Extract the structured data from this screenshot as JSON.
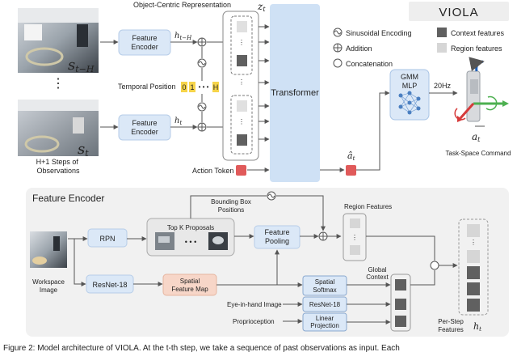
{
  "top": {
    "representation_title": "Object-Centric Representation",
    "z_t": "z_t",
    "encoder1_label": "Feature\nEncoder",
    "encoder2_label": "Feature\nEncoder",
    "h_t_minus_H": "h_{t−H}",
    "h_t": "h_t",
    "temporal_position": "Temporal Position",
    "pos_tokens": [
      "0",
      "1",
      "• • •",
      "H"
    ],
    "transformer": "Transformer",
    "gmm_mlp": "GMM\nMLP",
    "rate": "20Hz",
    "a_t": "a_t",
    "a_hat_t": "â_t",
    "action_token": "Action Token",
    "s_t_minus_H": "s_{t−H}",
    "s_t": "s_t",
    "observations": "H+1 Steps of\nObservations",
    "task_space_command": "Task-Space Command",
    "viola_title": "VIOLA"
  },
  "legend": {
    "sinusoidal": "Sinusoidal Encoding",
    "addition": "Addition",
    "concatenation": "Concatenation",
    "context_features": "Context features",
    "region_features": "Region features"
  },
  "bottom": {
    "title": "Feature Encoder",
    "rpn": "RPN",
    "resnet": "ResNet-18",
    "spatial_feature_map": "Spatial\nFeature Map",
    "top_k": "Top K Proposals",
    "feature_pooling": "Feature\nPooling",
    "bbox_positions": "Bounding Box\nPositions",
    "region_features_label": "Region Features",
    "global_context": "Global\nContext",
    "spatial_softmax": "Spatial\nSoftmax",
    "resnet_eih": "ResNet-18",
    "linear_projection": "Linear\nProjection",
    "eye_in_hand": "Eye-in-hand Image",
    "proprioception": "Proprioception",
    "workspace_image": "Workspace\nImage",
    "per_step": "Per-Step\nFeatures",
    "h_t": "h_t",
    "dots": "• • •"
  },
  "caption": "Figure 2: Model architecture of VIOLA. At the t-th step, we take a sequence of past observations as input. Each"
}
